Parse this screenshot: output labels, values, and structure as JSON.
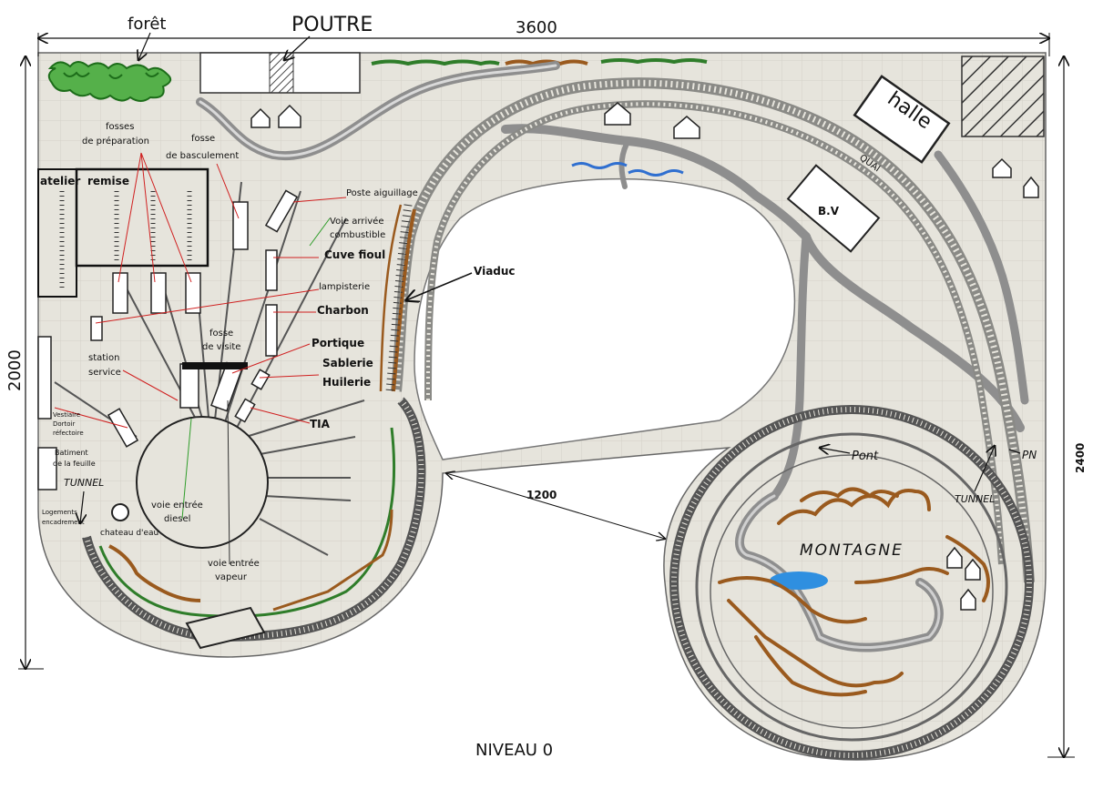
{
  "title": "NIVEAU 0",
  "dimensions": {
    "width_top": "3600",
    "height_left": "2000",
    "height_right": "2400",
    "gap": "1200"
  },
  "labels": {
    "foret": "forêt",
    "poutre": "POUTRE",
    "halle": "halle",
    "quai": "QUAI",
    "bv": "B.V",
    "viaduc": "Viaduc",
    "atelier": "atelier",
    "remise": "remise",
    "fosses_prep_1": "fosses",
    "fosses_prep_2": "de préparation",
    "fosse_bascul_1": "fosse",
    "fosse_bascul_2": "de basculement",
    "poste_aiguillage": "Poste aiguillage",
    "voie_arrivee_1": "Voie arrivée",
    "voie_arrivee_2": "combustible",
    "cuve_fioul": "Cuve fioul",
    "lampisterie": "lampisterie",
    "charbon": "Charbon",
    "portique": "Portique",
    "sablerie": "Sablerie",
    "huilerie": "Huilerie",
    "tia": "TIA",
    "station_1": "station",
    "station_2": "service",
    "fosse_visite_1": "fosse",
    "fosse_visite_2": "de visite",
    "vestiaire_1": "Vestiaire",
    "vestiaire_2": "Dortoir",
    "vestiaire_3": "réfectoire",
    "batiment_1": "Batiment",
    "batiment_2": "de la feuille",
    "logements_1": "Logements",
    "logements_2": "encadrement",
    "tunnel_left": "TUNNEL",
    "chateau": "chateau d'eau",
    "voie_diesel_1": "voie entrée",
    "voie_diesel_2": "diesel",
    "voie_vapeur_1": "voie entrée",
    "voie_vapeur_2": "vapeur",
    "pont": "Pont",
    "tunnel_right": "TUNNEL",
    "pn": "PN",
    "montagne": "MONTAGNE"
  },
  "colors": {
    "board": "#e6e4dc",
    "grid": "#d2cfc6",
    "track": "#9a9a98",
    "road": "#8e8e8e",
    "vegetation": "#2f7d2a",
    "earth": "#9a5a1e",
    "water": "#2f6fd0",
    "callout": "#d02020"
  }
}
